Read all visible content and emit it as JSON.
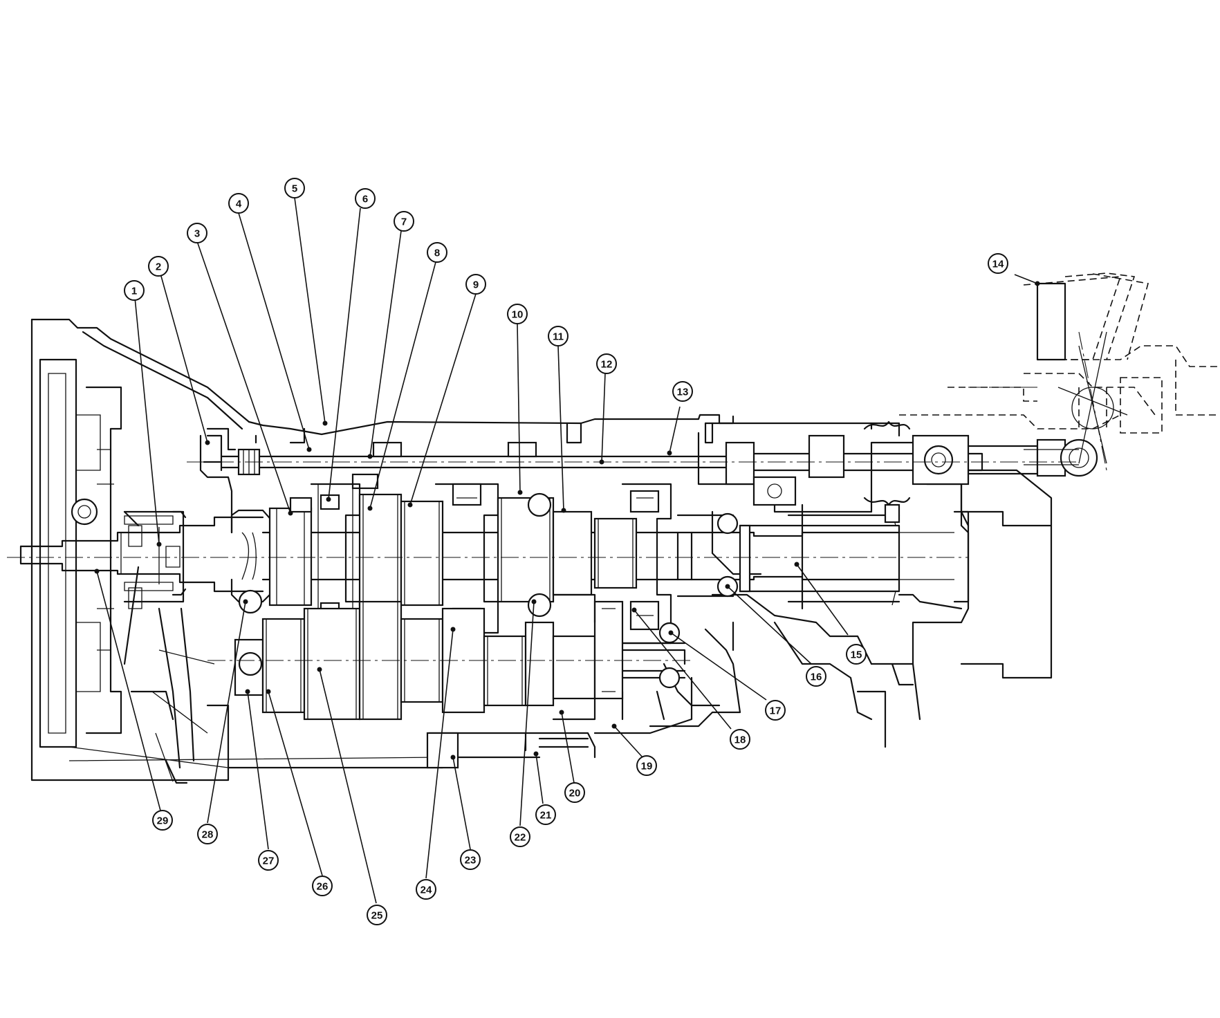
{
  "callouts": [
    {
      "label": "1"
    },
    {
      "label": "2"
    },
    {
      "label": "3"
    },
    {
      "label": "4"
    },
    {
      "label": "5"
    },
    {
      "label": "6"
    },
    {
      "label": "7"
    },
    {
      "label": "8"
    },
    {
      "label": "9"
    },
    {
      "label": "10"
    },
    {
      "label": "11"
    },
    {
      "label": "12"
    },
    {
      "label": "13"
    },
    {
      "label": "14"
    },
    {
      "label": "15"
    },
    {
      "label": "16"
    },
    {
      "label": "17"
    },
    {
      "label": "18"
    },
    {
      "label": "19"
    },
    {
      "label": "20"
    },
    {
      "label": "21"
    },
    {
      "label": "22"
    },
    {
      "label": "23"
    },
    {
      "label": "24"
    },
    {
      "label": "25"
    },
    {
      "label": "26"
    },
    {
      "label": "27"
    },
    {
      "label": "28"
    },
    {
      "label": "29"
    }
  ]
}
